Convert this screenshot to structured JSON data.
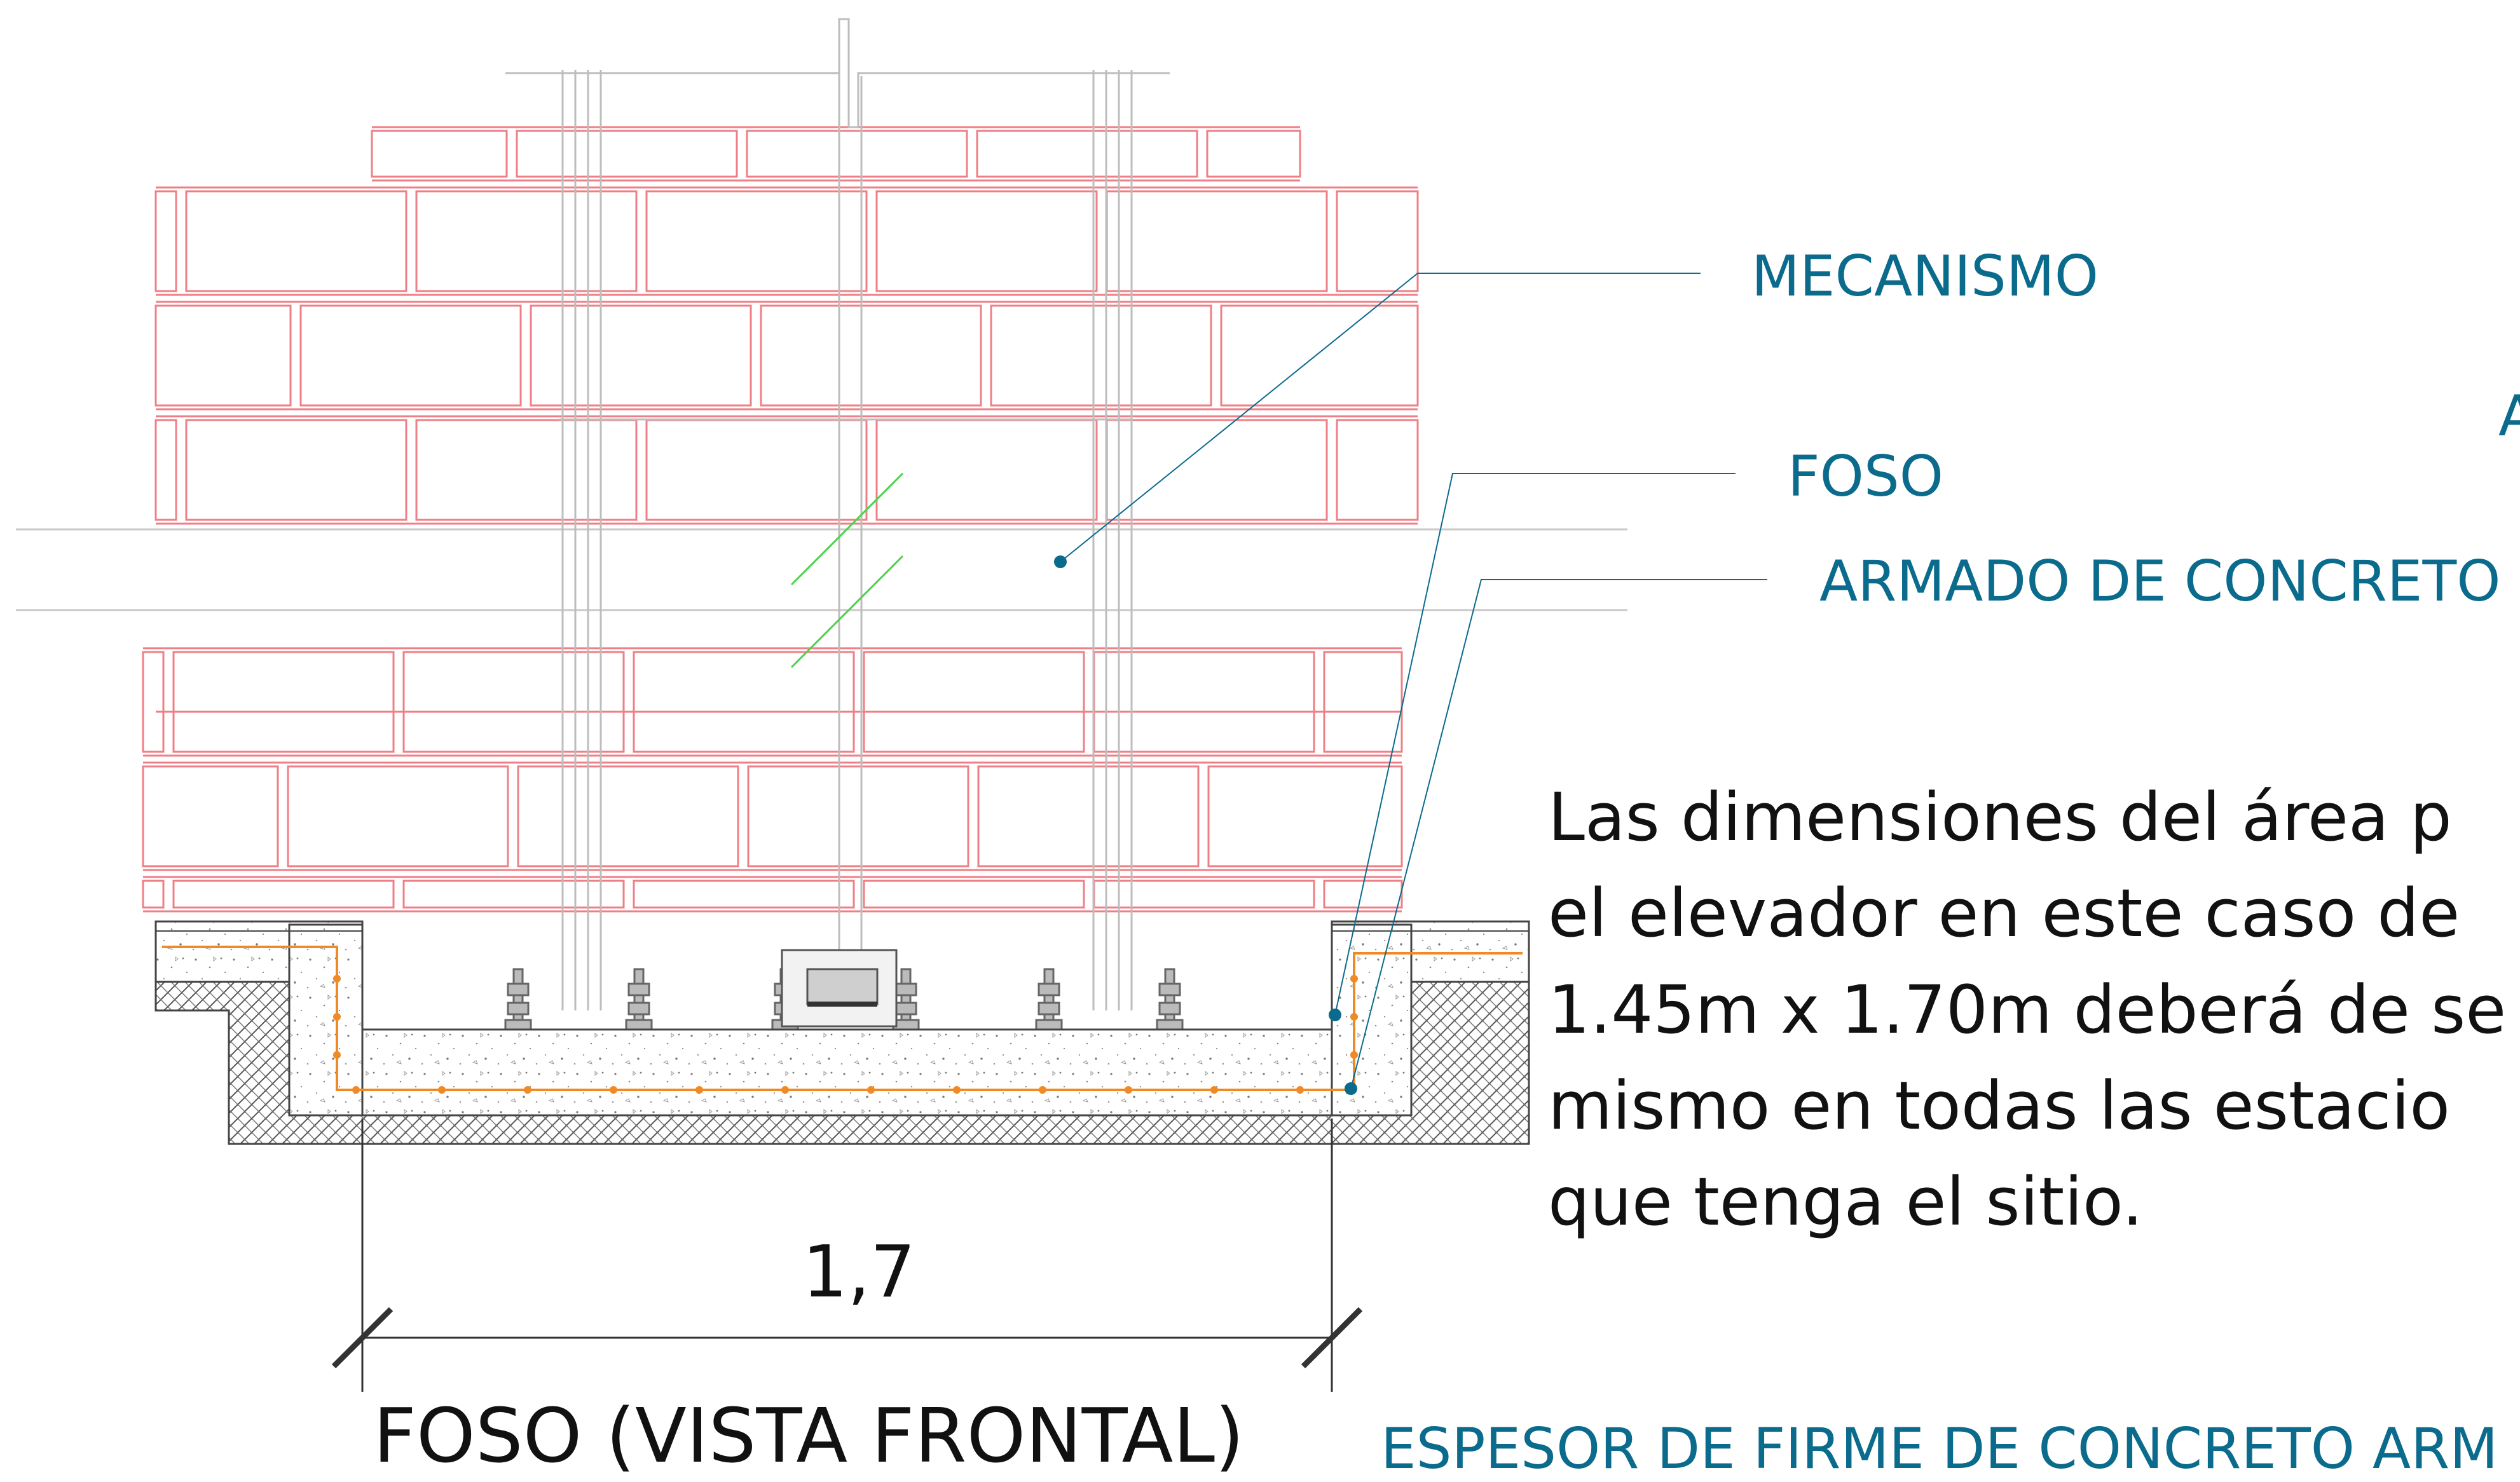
{
  "labels": {
    "mecanismo": "MECANISMO",
    "foso": "FOSO",
    "armado": "ARMADO DE CONCRETO",
    "espesor": "ESPESOR DE FIRME DE CONCRETO ARM",
    "cut_letter": "A"
  },
  "note": {
    "line1": "Las dimensiones del área p",
    "line2": "el elevador en este caso de",
    "line3": "1.45m x 1.70m deberá de se",
    "line4": "mismo en todas las estacio",
    "line5": "que tenga el sitio."
  },
  "dimension": {
    "value": "1,7"
  },
  "title": "FOSO (VISTA FRONTAL)",
  "colors": {
    "brick": "#ef7f86",
    "annotation": "#0b6b8c",
    "rebar": "#f08a24",
    "hatch": "#555555",
    "green": "#4cd24c"
  }
}
